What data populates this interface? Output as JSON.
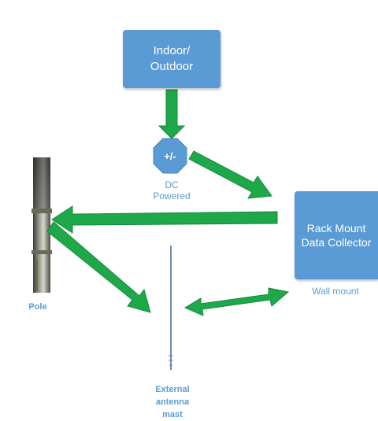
{
  "nodes": {
    "indoor_outdoor": "Indoor/\nOutdoor",
    "dc_symbol": "+/-",
    "dc_caption": "DC\nPowered",
    "rack_mount": "Rack Mount\nData Collector",
    "wall_mount": "Wall mount",
    "pole": "Pole",
    "antenna": "External\nantenna\nmast"
  },
  "colors": {
    "box": "#5b9bd5",
    "arrow": "#1ea84a",
    "caption": "#5b9bd5"
  }
}
